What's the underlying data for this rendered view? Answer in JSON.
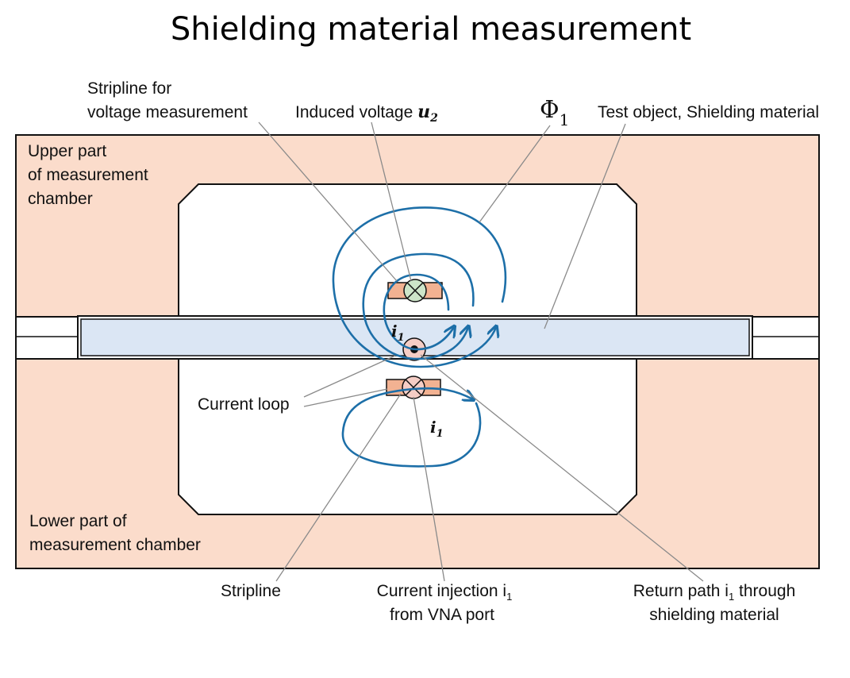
{
  "title": "Shielding material measurement",
  "labels": {
    "stripline_for_line1": "Stripline for",
    "stripline_for_line2": "voltage measurement",
    "induced_voltage_text": "Induced voltage ",
    "induced_voltage_symbol": "u",
    "induced_voltage_sub": "2",
    "phi_symbol": "Φ",
    "phi_sub": "1",
    "test_object": "Test object, Shielding material",
    "upper_part_line1": "Upper part",
    "upper_part_line2": "of measurement",
    "upper_part_line3": "chamber",
    "lower_part_line1": "Lower part of",
    "lower_part_line2": "measurement chamber",
    "current_loop": "Current loop",
    "i1_symbol": "i",
    "i1_sub": "1",
    "stripline": "Stripline",
    "current_injection_line1": "Current injection i",
    "current_injection_sub": "1",
    "current_injection_line2": "from VNA port",
    "return_path_line1": "Return path i",
    "return_path_sub": "1",
    "return_path_line1b": " through",
    "return_path_line2": "shielding material"
  },
  "colors": {
    "chamber_fill": "#fbdccb",
    "shield_fill": "#dbe6f4",
    "stripline_fill": "#f2b292",
    "upper_conductor_fill": "#cde5c9",
    "lower_conductor_fill": "#f5cdc5",
    "flux_lines": "#1d6fa8"
  }
}
